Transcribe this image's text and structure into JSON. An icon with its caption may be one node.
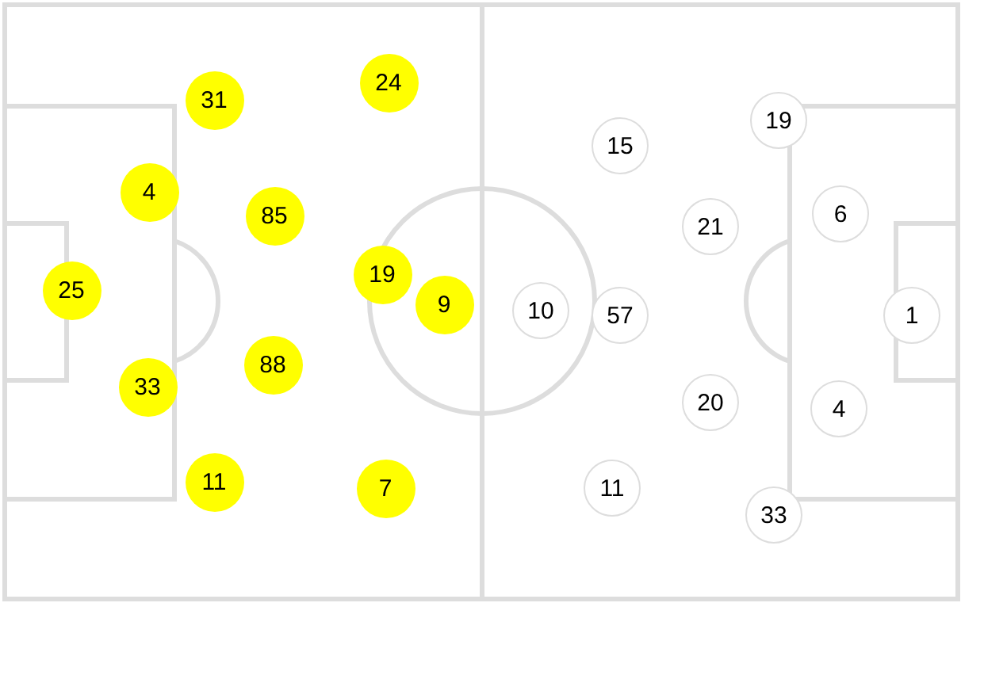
{
  "diagram": {
    "nodes": [
      {
        "text": [
          "24"
        ]
      },
      {
        "text": [
          "31"
        ]
      },
      {
        "text": [
          "4"
        ]
      },
      {
        "text": [
          "85"
        ]
      },
      {
        "text": [
          "19"
        ]
      },
      {
        "text": [
          "25"
        ]
      },
      {
        "text": [
          "9"
        ]
      },
      {
        "text": [
          "88"
        ]
      },
      {
        "text": [
          "33"
        ]
      },
      {
        "text": [
          "11"
        ]
      },
      {
        "text": [
          "7"
        ]
      },
      {
        "text": [
          "19"
        ]
      },
      {
        "text": [
          "15"
        ]
      },
      {
        "text": [
          "6"
        ]
      },
      {
        "text": [
          "21"
        ]
      },
      {
        "text": [
          "10"
        ]
      },
      {
        "text": [
          "57"
        ]
      },
      {
        "text": [
          "1"
        ]
      },
      {
        "text": [
          "20"
        ]
      },
      {
        "text": [
          "4"
        ]
      },
      {
        "text": [
          "11"
        ]
      },
      {
        "text": [
          "33"
        ]
      }
    ]
  }
}
